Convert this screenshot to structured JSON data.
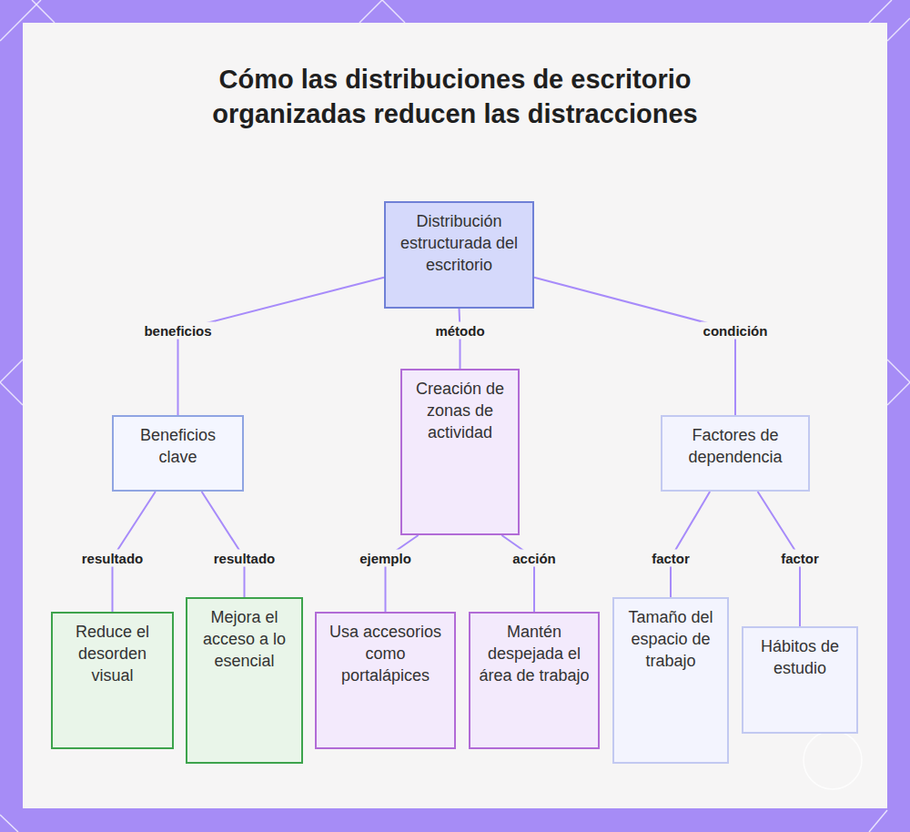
{
  "diagram": {
    "title": "Cómo las distribuciones de escritorio organizadas reducen las distracciones",
    "nodes": [
      {
        "text": [
          "Distribución estructurada del escritorio"
        ]
      },
      {
        "text": [
          "Beneficios clave"
        ]
      },
      {
        "text": [
          "Creación de zonas de actividad"
        ]
      },
      {
        "text": [
          "Factores de dependencia"
        ]
      },
      {
        "text": [
          "Reduce el desorden visual"
        ]
      },
      {
        "text": [
          "Mejora el acceso a lo esencial"
        ]
      },
      {
        "text": [
          "Usa accesorios como portalápices"
        ]
      },
      {
        "text": [
          "Mantén despejada el área de trabajo"
        ]
      },
      {
        "text": [
          "Tamaño del espacio de trabajo"
        ]
      },
      {
        "text": [
          "Hábitos de estudio"
        ]
      }
    ],
    "edges": [
      {
        "from": 0,
        "to": 1,
        "label": "beneficios",
        "arrow": "none"
      },
      {
        "from": 0,
        "to": 2,
        "label": "método",
        "arrow": "none"
      },
      {
        "from": 0,
        "to": 3,
        "label": "condición",
        "arrow": "none"
      },
      {
        "from": 1,
        "to": 4,
        "label": "resultado",
        "arrow": "none"
      },
      {
        "from": 1,
        "to": 5,
        "label": "resultado",
        "arrow": "none"
      },
      {
        "from": 2,
        "to": 6,
        "label": "ejemplo",
        "arrow": "none"
      },
      {
        "from": 2,
        "to": 7,
        "label": "acción",
        "arrow": "none"
      },
      {
        "from": 3,
        "to": 8,
        "label": "factor",
        "arrow": "none"
      },
      {
        "from": 3,
        "to": 9,
        "label": "factor",
        "arrow": "none"
      }
    ]
  }
}
